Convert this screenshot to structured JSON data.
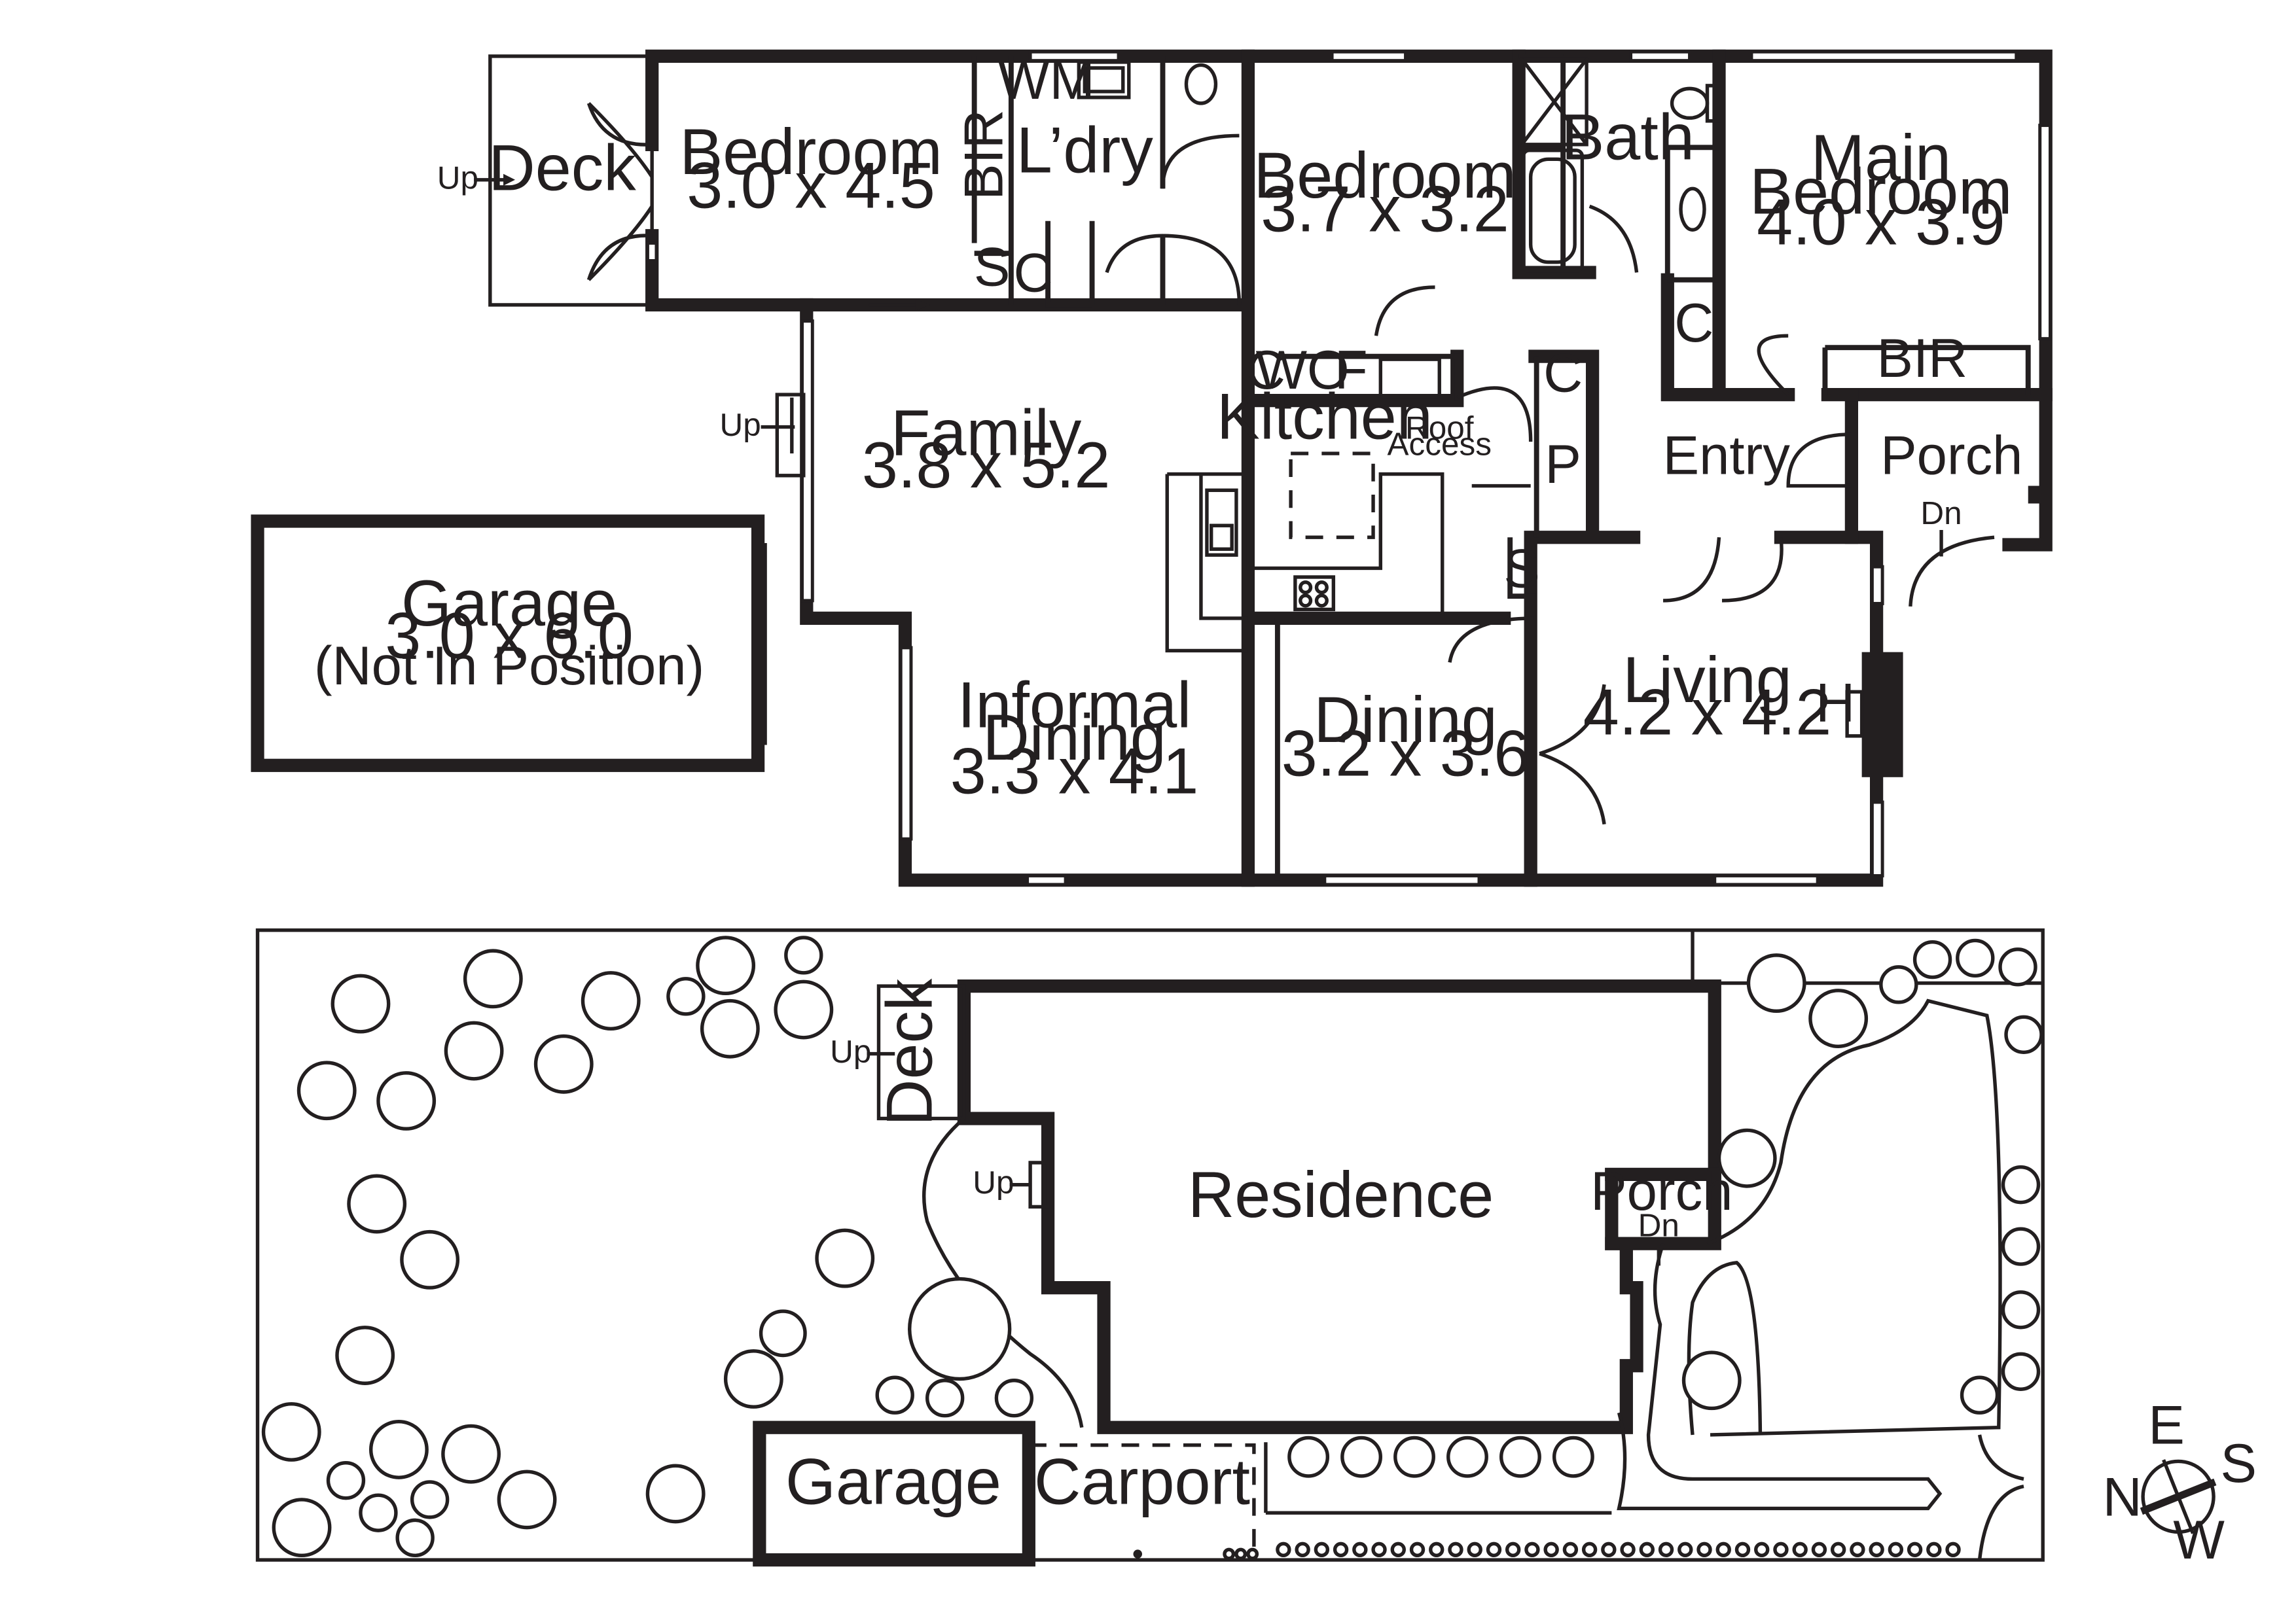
{
  "floorplan": {
    "rooms": {
      "bedroom_left": {
        "name": "Bedroom",
        "dims": "3.0 x 4.5"
      },
      "bedroom_mid": {
        "name": "Bedroom",
        "dims": "3.7 x 3.2"
      },
      "main_bedroom": {
        "name_line1": "Main",
        "name_line2": "Bedroom",
        "dims": "4.0 x 3.9"
      },
      "family": {
        "name": "Family",
        "dims": "3.8 x 5.2"
      },
      "informal_dining": {
        "name_line1": "Informal",
        "name_line2": "Dining",
        "dims": "3.3 x 4.1"
      },
      "dining": {
        "name": "Dining",
        "dims": "3.2 x 3.6"
      },
      "living": {
        "name": "Living",
        "dims": "4.2 x 4.2"
      },
      "garage": {
        "name": "Garage",
        "dims": "3.0 x 6.0",
        "note": "(Not In Position)"
      },
      "kitchen": {
        "name": "Kitchen"
      },
      "bath": {
        "name": "Bath"
      },
      "laundry": {
        "name": "L’dry"
      },
      "entry": {
        "name": "Entry"
      },
      "porch": {
        "name": "Porch",
        "stairs": "Dn"
      },
      "deck": {
        "name": "Deck",
        "stairs": "Up"
      }
    },
    "fixtures": {
      "bir_left": "BIR",
      "bir_main": "BIR",
      "wm": "WM",
      "s_laundry": "S",
      "c_laundry": "C",
      "c_kitchen": "C",
      "wo": "WO",
      "f": "F",
      "c_pantry": "C",
      "p": "P",
      "s_hall": "S",
      "c_bath": "C",
      "h": "H",
      "roof_access_line1": "Roof",
      "roof_access_line2": "Access",
      "family_stairs": "Up"
    }
  },
  "siteplan": {
    "deck": "Deck",
    "deck_stairs": "Up",
    "side_stairs": "Up",
    "residence": "Residence",
    "porch": "Porch",
    "porch_stairs": "Dn",
    "garage": "Garage",
    "carport": "Carport"
  },
  "compass": {
    "e": "E",
    "s": "S",
    "n": "N",
    "w": "W"
  }
}
